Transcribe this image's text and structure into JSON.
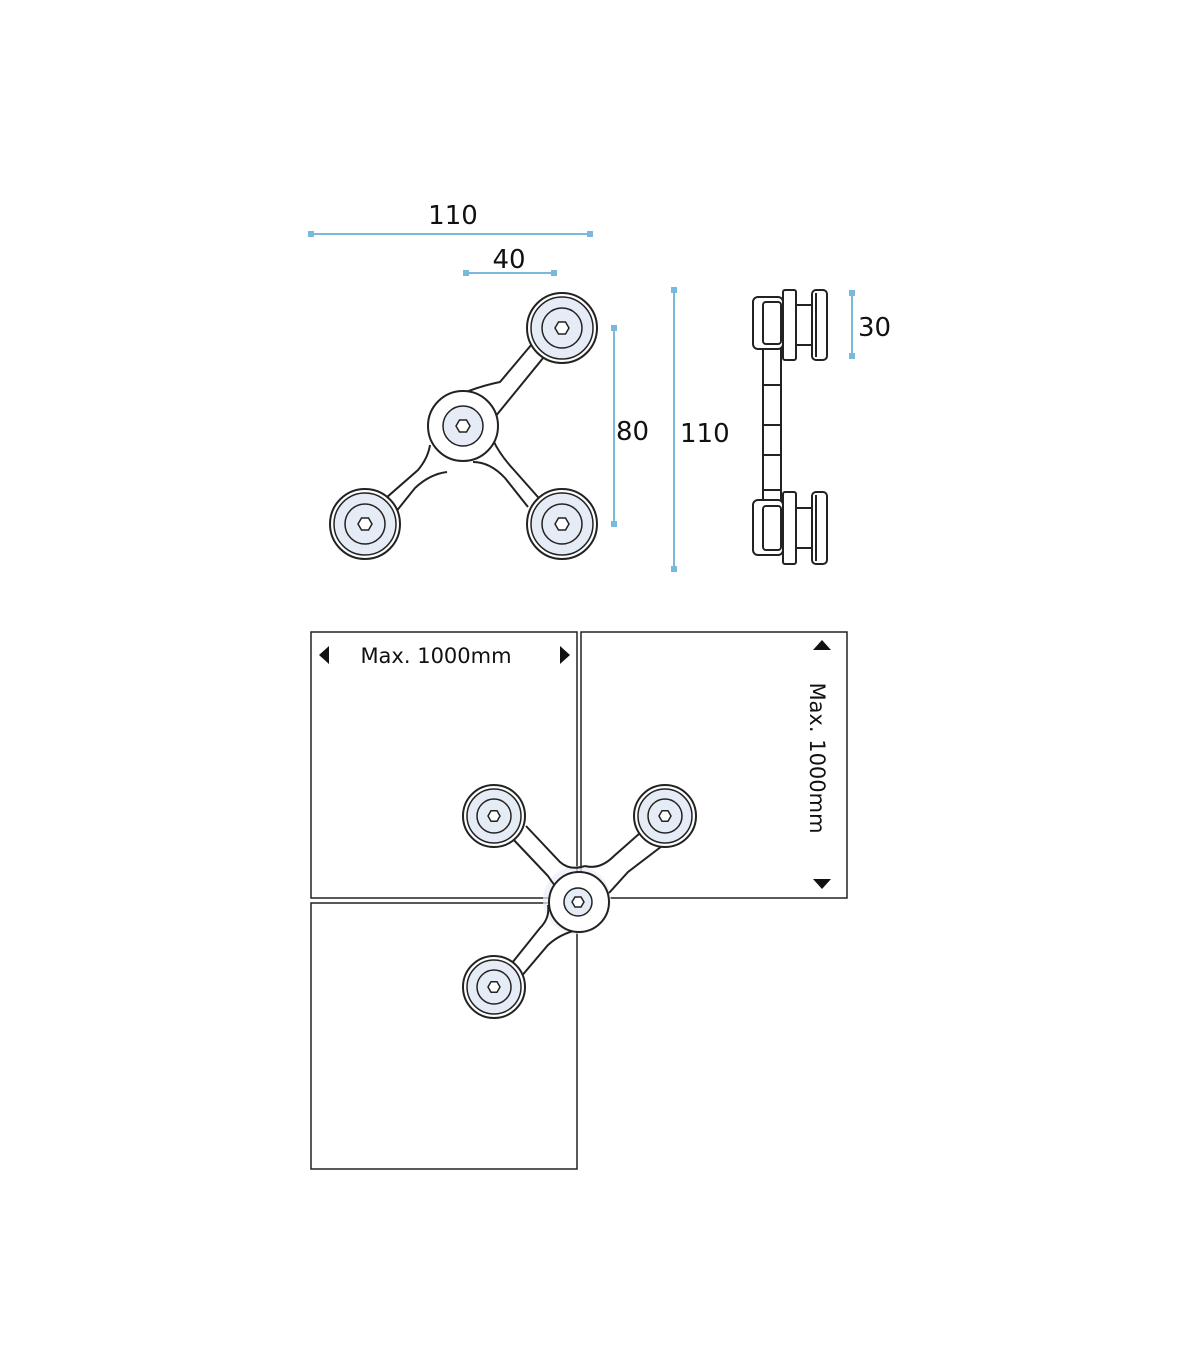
{
  "dimensions": {
    "overall_width": "110",
    "bolt_spacing": "40",
    "arm_height": "80",
    "overall_height": "110",
    "side_depth": "30"
  },
  "panels": {
    "max_width_label": "Max. 1000mm",
    "max_height_label": "Max. 1000mm"
  },
  "colors": {
    "dimension_line": "#7ab8dc",
    "outline": "#222222",
    "bolt_fill": "#e6ecf6"
  }
}
